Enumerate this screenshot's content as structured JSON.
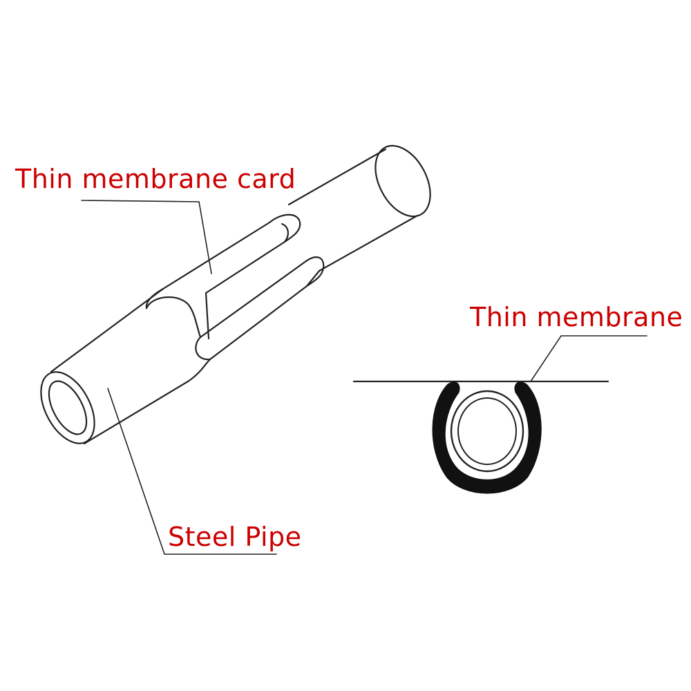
{
  "labels": {
    "membrane_card": "Thin membrane card",
    "membrane": "Thin membrane",
    "pipe": "Steel Pipe"
  },
  "colors": {
    "label": "#cc0000",
    "line": "#222222",
    "membrane_fill": "#111111"
  }
}
